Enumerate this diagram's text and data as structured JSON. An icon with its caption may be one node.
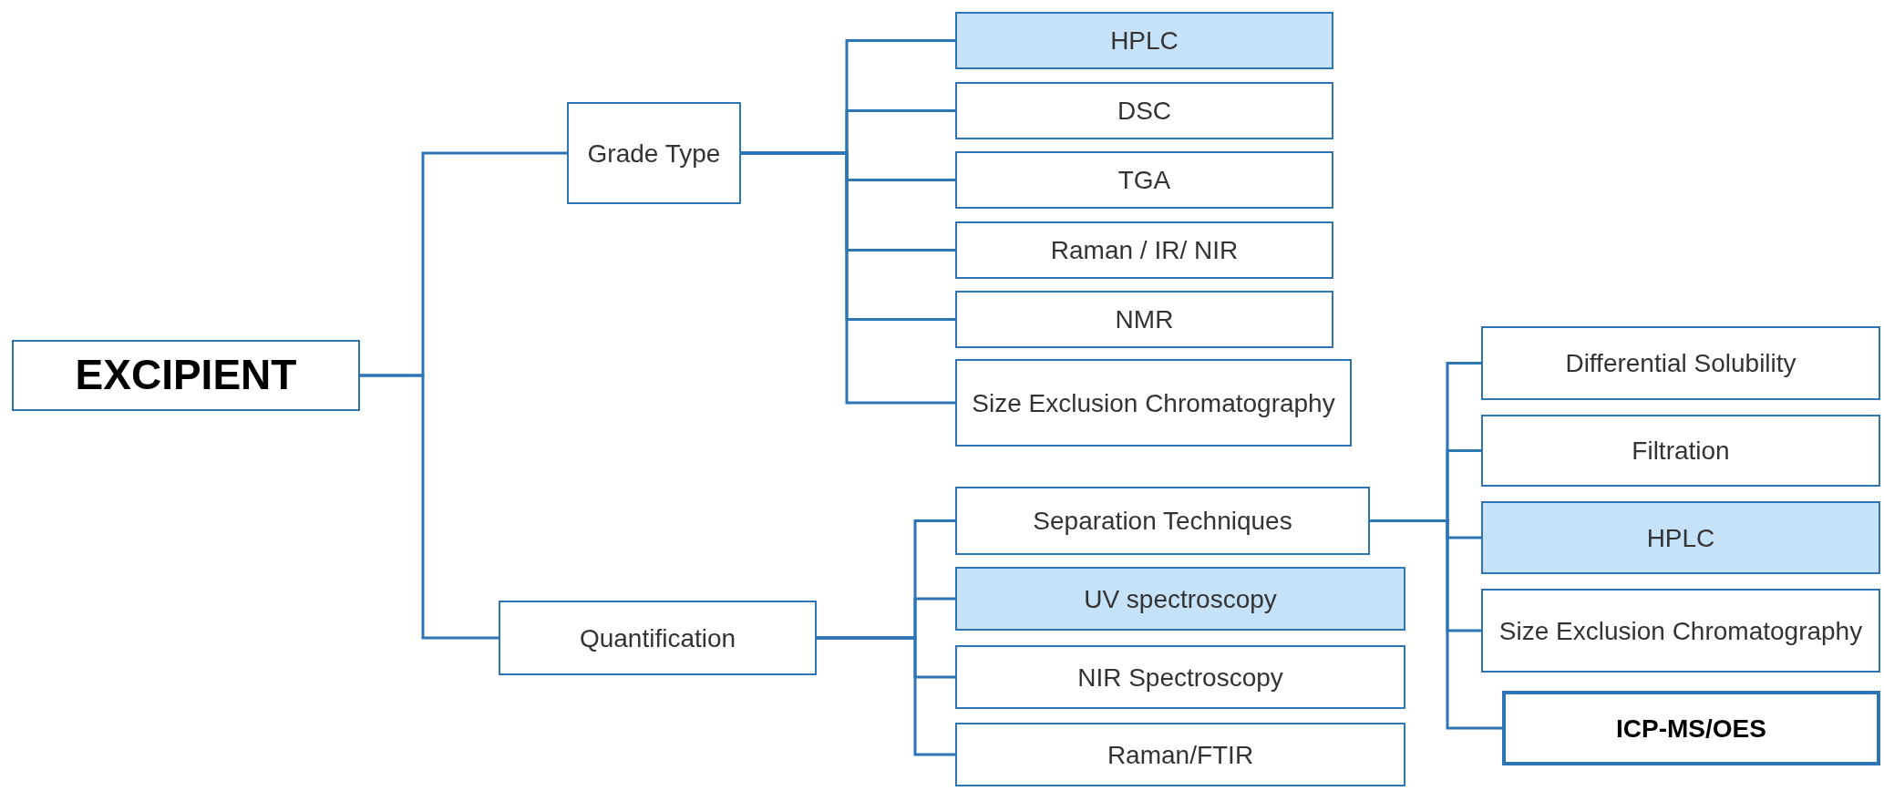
{
  "diagram": {
    "nodes": [
      {
        "text": [
          "EXCIPIENT"
        ]
      },
      {
        "text": [
          "Grade Type"
        ]
      },
      {
        "text": [
          "HPLC"
        ]
      },
      {
        "text": [
          "DSC"
        ]
      },
      {
        "text": [
          "TGA"
        ]
      },
      {
        "text": [
          "Raman / IR/ NIR"
        ]
      },
      {
        "text": [
          "NMR"
        ]
      },
      {
        "text": [
          "Size Exclusion Chromatography"
        ]
      },
      {
        "text": [
          "Quantification"
        ]
      },
      {
        "text": [
          "Separation Techniques"
        ]
      },
      {
        "text": [
          "UV spectroscopy"
        ]
      },
      {
        "text": [
          "NIR Spectroscopy"
        ]
      },
      {
        "text": [
          "Raman/FTIR"
        ]
      },
      {
        "text": [
          "Differential Solubility"
        ]
      },
      {
        "text": [
          "Filtration"
        ]
      },
      {
        "text": [
          "HPLC"
        ]
      },
      {
        "text": [
          "Size Exclusion Chromatography"
        ]
      },
      {
        "text": [
          "ICP-MS/OES"
        ]
      }
    ],
    "edges": [
      {
        "from": 0,
        "to": 1,
        "arrow": "none"
      },
      {
        "from": 0,
        "to": 8,
        "arrow": "none"
      },
      {
        "from": 1,
        "to": 2,
        "arrow": "none"
      },
      {
        "from": 1,
        "to": 3,
        "arrow": "none"
      },
      {
        "from": 1,
        "to": 4,
        "arrow": "none"
      },
      {
        "from": 1,
        "to": 5,
        "arrow": "none"
      },
      {
        "from": 1,
        "to": 6,
        "arrow": "none"
      },
      {
        "from": 1,
        "to": 7,
        "arrow": "none"
      },
      {
        "from": 8,
        "to": 9,
        "arrow": "none"
      },
      {
        "from": 8,
        "to": 10,
        "arrow": "none"
      },
      {
        "from": 8,
        "to": 11,
        "arrow": "none"
      },
      {
        "from": 8,
        "to": 12,
        "arrow": "none"
      },
      {
        "from": 9,
        "to": 13,
        "arrow": "none"
      },
      {
        "from": 9,
        "to": 14,
        "arrow": "none"
      },
      {
        "from": 9,
        "to": 15,
        "arrow": "none"
      },
      {
        "from": 9,
        "to": 16,
        "arrow": "none"
      },
      {
        "from": 9,
        "to": 17,
        "arrow": "none"
      }
    ]
  }
}
